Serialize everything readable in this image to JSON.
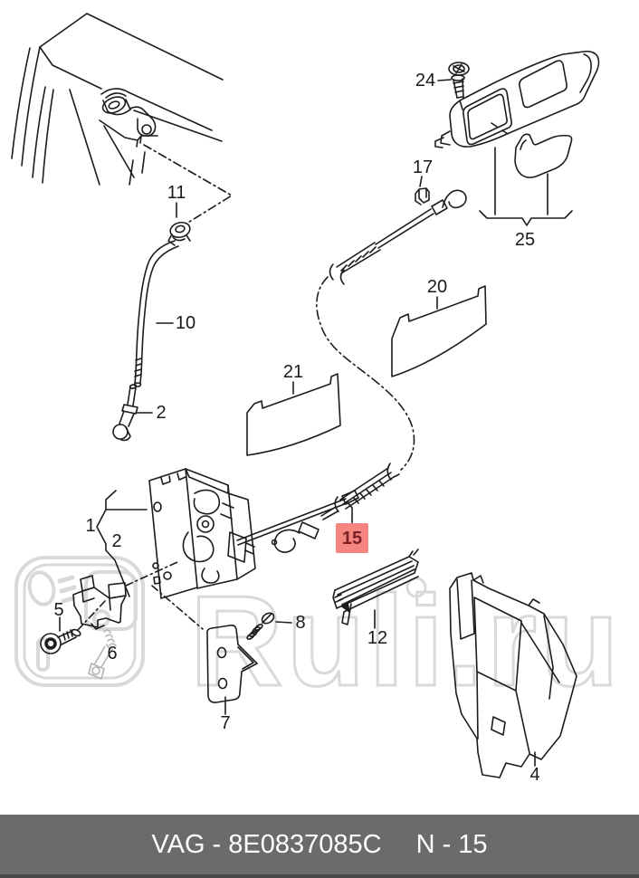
{
  "watermark": {
    "text": "Ruli.ru",
    "color": "#d9d9d9"
  },
  "footer": {
    "catalog": "VAG - 8E0837085C",
    "page": "N - 15",
    "background": "#6b6b6b",
    "text_color": "#ffffff"
  },
  "diagram": {
    "description_labels": "exploded parts diagram callout numbers",
    "labels": {
      "l1": "1",
      "l2_top": "2",
      "l2_bottom": "2",
      "l4": "4",
      "l5": "5",
      "l6": "6",
      "l7": "7",
      "l8": "8",
      "l10": "10",
      "l11": "11",
      "l12": "12",
      "l17": "17",
      "l20": "20",
      "l21": "21",
      "l24": "24",
      "l25": "25"
    },
    "highlight": {
      "label": "15",
      "background": "#f5857f",
      "text_color": "#7c2125"
    },
    "line_color": "#1c1c1c"
  }
}
